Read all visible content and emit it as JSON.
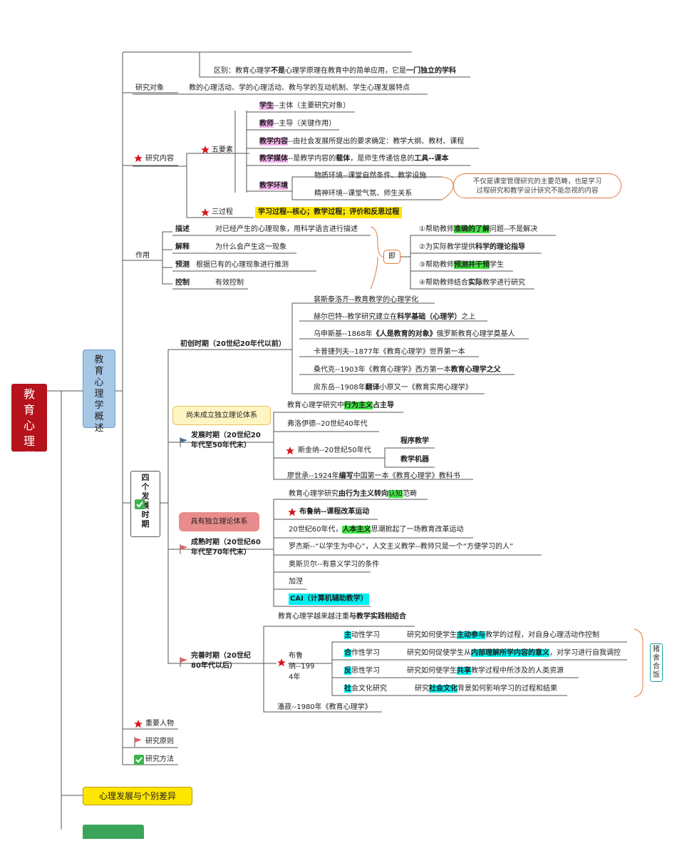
{
  "root": {
    "title": "教育心理学"
  },
  "overview": {
    "title": "教育心理学概述"
  },
  "top_note": {
    "prefix": "区别：教育心理学",
    "bold1": "不是",
    "mid": "心理学原理在教育中的简单应用，它是",
    "bold2": "一门独立的学科"
  },
  "research_object": {
    "label": "研究对象",
    "content": "教的心理活动、学的心理活动、教与学的互动机制、学生心理发展特点"
  },
  "research_content": {
    "label": "研究内容",
    "five_elements": {
      "label": "五要素",
      "items": [
        {
          "hl": "学生",
          "rest": "--主体（主要研究对象）"
        },
        {
          "hl": "教师",
          "rest": "--主导（关键作用）"
        },
        {
          "hl": "教学内容",
          "rest": "--由社会发展所提出的要求确定：教学大纲、教材、课程"
        },
        {
          "hl": "教学媒体",
          "rest_a": "--是教学内容的",
          "bold_a": "载体",
          "rest_b": "，是师生传递信息的",
          "bold_b": "工具--课本"
        },
        {
          "hl": "教学环境"
        }
      ],
      "env_items": [
        "物质环境--课堂自然条件、教学设施",
        "精神环境--课堂气氛、师生关系"
      ],
      "env_note": [
        "不仅是课堂管理研究的主要范畴，也是学习",
        "过程研究和教学设计研究不能忽视的内容"
      ]
    },
    "three_process": {
      "label": "三过程",
      "content": "学习过程--核心；教学过程；评价和反思过程"
    }
  },
  "function": {
    "label": "作用",
    "items": [
      {
        "key": "描述",
        "desc": "对已经产生的心理现象，用科学语言进行描述"
      },
      {
        "key": "解释",
        "desc": "为什么会产生这一现象"
      },
      {
        "key": "预测",
        "desc": "根据已有的心理现象进行推测"
      },
      {
        "key": "控制",
        "desc": "有效控制"
      }
    ],
    "ji": "即",
    "benefits": [
      {
        "a": "①帮助教师",
        "hl": "准确的了解",
        "b": "问题--不是解决"
      },
      {
        "a": "②为实际教学提供",
        "hl": "科学的",
        "bold": "理论指导",
        "b": ""
      },
      {
        "a": "③帮助教师",
        "hl": "预测并干预",
        "b": "学生"
      },
      {
        "a": "④帮助教师结合",
        "hl": "实际",
        "b": "教学进行研究"
      }
    ]
  },
  "four_periods": {
    "label": "四个发展时期",
    "initial": {
      "label": "初创时期（20世纪20年代以前）",
      "items": [
        {
          "a": "裴斯泰洛齐--教育教学的心理学化"
        },
        {
          "a": "赫尔巴特--教学研究建立在",
          "bold": "科学基础（心理学）",
          "b": "之上"
        },
        {
          "a": "乌申斯基--1868年",
          "bold": "《人是教育的对象》",
          "b": "俄罗斯教育心理学奠基人"
        },
        {
          "a": "卡普捷列夫--1877年《教育心理学》世界第一本"
        },
        {
          "a": "桑代克--1903年《教育心理学》西方第一本",
          "bold": "教育心理学之父"
        },
        {
          "a": "房东岳--1908年",
          "bold": "翻译",
          "b": "小原又一《教育实用心理学》"
        }
      ]
    },
    "callout_dev": "尚未成立独立理论体系",
    "development": {
      "label_1": "发展时期（20世纪20",
      "label_2": "年代至50年代末）",
      "item1": {
        "a": "教育心理学研究中",
        "hl": "行为主义",
        "bold": "占主导"
      },
      "item2": "弗洛伊德--20世纪40年代",
      "skinner": "斯金纳--20世纪50年代",
      "skinner_sub": [
        "程序教学",
        "教学机器"
      ],
      "item4": {
        "a": "廖世承--1924年",
        "bold": "编写",
        "b": "中国第一本《教育心理学》教科书"
      }
    },
    "callout_mature": "具有独立理论体系",
    "mature": {
      "label_1": "成熟时期（20世纪60",
      "label_2": "年代至70年代末）",
      "item1": {
        "a": "教育心理学研究",
        "bold": "由行为主义转向",
        "hl": "认知",
        "b": "范畴"
      },
      "item2": "布鲁纳--课程改革运动",
      "item3": {
        "a": "20世纪60年代，",
        "hl": "人本主义",
        "b": "思潮掀起了一场教育改革运动"
      },
      "item4": "罗杰斯--“以学生为中心”，人文主义教学--教师只是一个“方便学习的人”",
      "item5": "奥斯贝尔--有意义学习的条件",
      "item6": "加涅",
      "item7": "CAI（计算机辅助教学）"
    },
    "perfect": {
      "label_1": "完善时期（20世纪",
      "label_2": "80年代以后）",
      "item1": {
        "a": "教育心理学越来越注重",
        "bold": "与教学实践相结合"
      },
      "bruner_label": [
        "布鲁",
        "纳--199",
        "4年"
      ],
      "rows": [
        {
          "k_hl": "主",
          "k": "动性学习",
          "a": "研究如何使学生",
          "hl": "主动参与",
          "b": "教学的过程，对自身心理活动作控制"
        },
        {
          "k_hl": "合",
          "k": "作性学习",
          "a": "研究如何促使学生从",
          "hl": "内部理解所学内容的意义",
          "b": "，对学习进行自我调控"
        },
        {
          "k_hl": "反",
          "k": "思性学习",
          "a": "研究如何使学生",
          "hl": "共享",
          "b": "教学过程中所涉及的人类资源"
        },
        {
          "k_hl": "社",
          "k": "会文化研究",
          "a": "研究",
          "hl": "社会文化",
          "b": "背景如何影响学习的过程和结果"
        }
      ],
      "zhu": [
        "猪",
        "舍",
        "合",
        "饭"
      ],
      "item_last": "潘菽--1980年《教育心理学》"
    }
  },
  "key_people": "重要人物",
  "research_principle": "研究原则",
  "research_method": "研究方法",
  "dev_box": "心理发展与个别差异",
  "colors": {
    "root": "#b5121b",
    "overview": "#a7c7e7",
    "star": "#d9141c",
    "pink": "#f3b2ec",
    "green": "#3fe23f",
    "yellow": "#ffe600",
    "cyan": "#00f0f0"
  }
}
